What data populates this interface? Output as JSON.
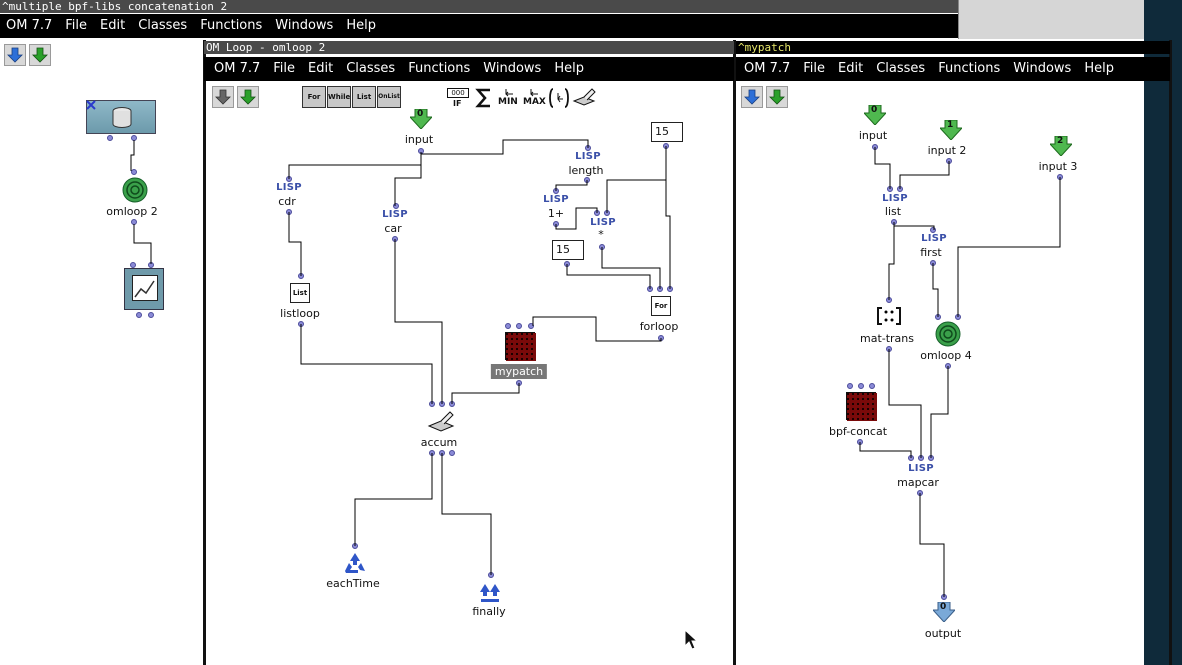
{
  "windows": {
    "main": {
      "title": "^multiple bpf-libs concatenation 2",
      "menu": [
        "OM 7.7",
        "File",
        "Edit",
        "Classes",
        "Functions",
        "Windows",
        "Help"
      ],
      "boxes": {
        "omloop_label": "omloop 2"
      }
    },
    "omloop": {
      "title": "OM Loop - omloop 2",
      "menu": [
        "OM 7.7",
        "File",
        "Edit",
        "Classes",
        "Functions",
        "Windows",
        "Help"
      ],
      "palette": {
        "for": "For",
        "while": "While",
        "list": "List",
        "onlist": "OnList",
        "if": "IF",
        "min": "MIN",
        "max": "MAX"
      },
      "boxes": {
        "input": "input",
        "input_index": "0",
        "cdr": "cdr",
        "car": "car",
        "length": "length",
        "one_plus": "1+",
        "times": "*",
        "listloop": "listloop",
        "listloop_icon": "List",
        "forloop": "forloop",
        "forloop_icon": "For",
        "mypatch": "mypatch",
        "accum": "accum",
        "eachtime": "eachTime",
        "finally": "finally",
        "num_a": "15",
        "num_b": "15",
        "lisp": "LISP"
      }
    },
    "mypatch": {
      "title": "^mypatch",
      "menu": [
        "OM 7.7",
        "File",
        "Edit",
        "Classes",
        "Functions",
        "Windows",
        "Help"
      ],
      "boxes": {
        "input": "input",
        "input_index": "0",
        "input2": "input 2",
        "input2_index": "1",
        "input3": "input 3",
        "input3_index": "2",
        "list": "list",
        "first": "first",
        "mat_trans": "mat-trans",
        "omloop4": "omloop 4",
        "bpf_concat": "bpf-concat",
        "mapcar": "mapcar",
        "output": "output",
        "output_index": "0",
        "lisp": "LISP"
      }
    }
  },
  "colors": {
    "menubar": "#000000",
    "inactive_title": "#4a4a4a",
    "active_title_text": "#e6e66a",
    "lisp_text": "#3a4fa8",
    "inlet": "#8a8ad6",
    "input_green": "#4fb84f",
    "output_blue": "#7aa9d8"
  }
}
